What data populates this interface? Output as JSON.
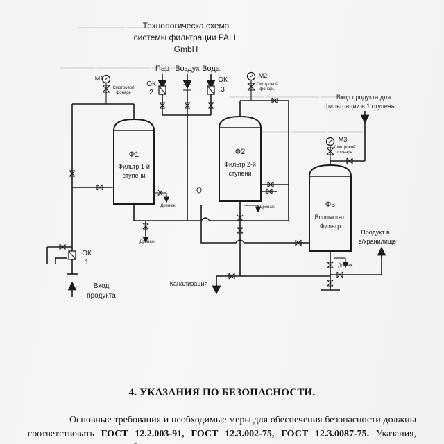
{
  "diagram": {
    "title_lines": [
      "Технологическа схема",
      "системы фильтрации PALL",
      "GmbH"
    ],
    "inputs_top": {
      "steam": "Пар",
      "air": "Воздух",
      "water": "Вода"
    },
    "check_valves": {
      "ok1": "ОК",
      "ok1_num": "1",
      "ok2": "ОК",
      "ok2_num": "2",
      "ok3": "ОК",
      "ok3_num": "3"
    },
    "gauges": {
      "m1": "М1",
      "m2": "М2",
      "m3": "М3"
    },
    "sight_glass": [
      "Смотровой",
      "фонарь"
    ],
    "filter1": {
      "tag": "Ф1",
      "line1": "Фильтр 1-й",
      "line2": "ступени"
    },
    "filter2": {
      "tag": "Ф2",
      "line1": "Фильтр 2-й",
      "line2": "ступени"
    },
    "filter_aux": {
      "tag": "Фв",
      "line1": "Вспомогат.",
      "line2": "Фильтр"
    },
    "drain": "Дренаж",
    "product_inlet": [
      "Вход",
      "продукта"
    ],
    "product_to_stage1": [
      "Вход продукта для",
      "фильтрации в 1 ступень"
    ],
    "product_to_storage": [
      "Продукт в",
      "в/хранилище"
    ],
    "sewer": "Канализация"
  },
  "section": {
    "heading": "4. УКАЗАНИЯ ПО БЕЗОПАСНОСТИ.",
    "paragraph_start": "Основные требования и необходимые меры для обеспечения безопасности должны соответствовать ",
    "gost1": "ГОСТ 12.2.003-91,",
    "gost2": "ГОСТ 12.3.002-75,",
    "gost3": "ГОСТ 12.3.0087-75.",
    "paragraph_cut": "Указания, монтаж и эксплуатация оборудования должны производится согласно"
  },
  "colors": {
    "paper": "#f4f4f2",
    "ink": "#1a1a1a"
  }
}
